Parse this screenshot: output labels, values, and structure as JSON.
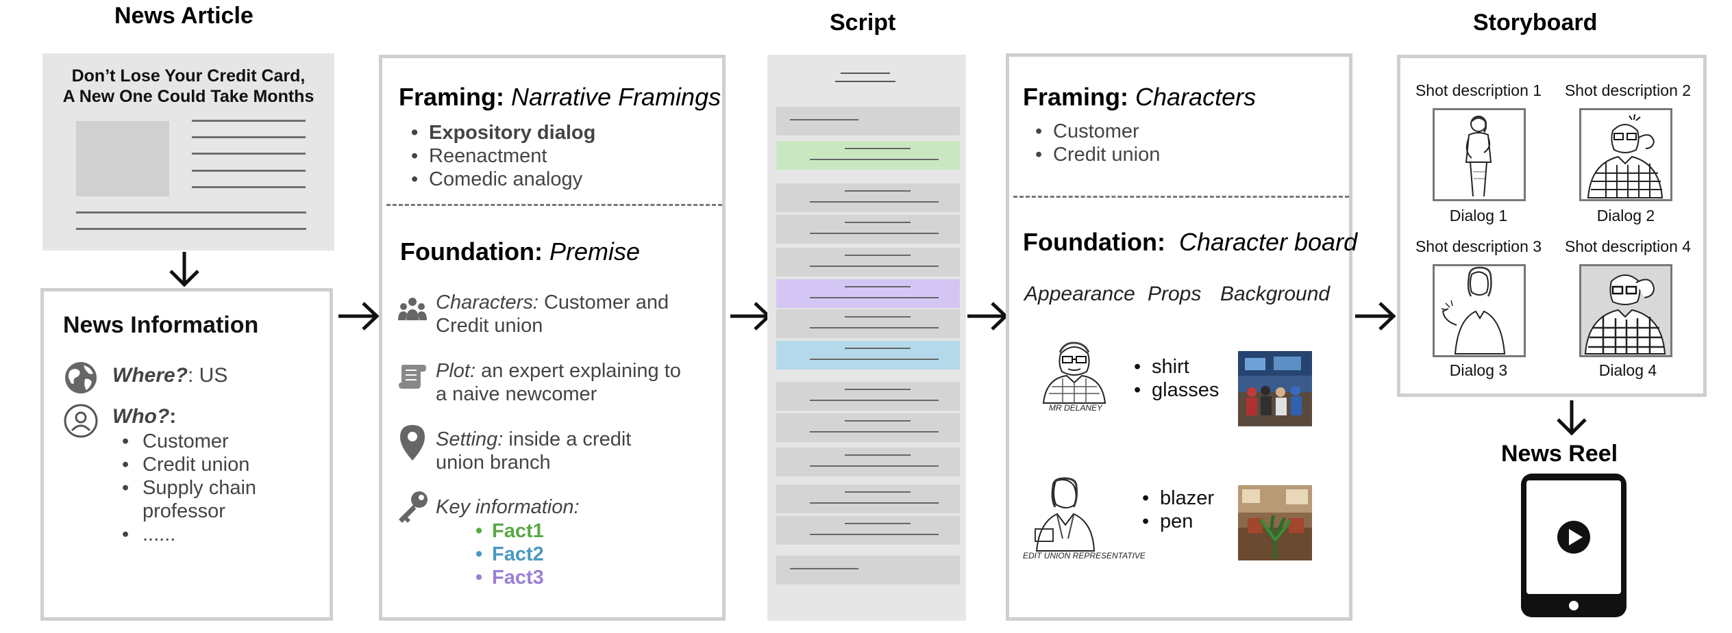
{
  "article": {
    "title": "News Article",
    "headline_line1": "Don’t Lose Your Credit Card,",
    "headline_line2": "A New One Could Take Months"
  },
  "news_info": {
    "title": "News Information",
    "where_label": "Where?",
    "where_value": ": US",
    "who_label": "Who?",
    "who_suffix": ":",
    "who_items": [
      "Customer",
      "Credit union",
      "Supply chain",
      "professor",
      "......"
    ]
  },
  "premise_panel": {
    "framing_label": "Framing:",
    "framing_value": "Narrative Framings",
    "framing_items": [
      "Expository dialog",
      "Reenactment",
      "Comedic analogy"
    ],
    "foundation_label": "Foundation:",
    "foundation_value": "Premise",
    "characters_label": "Characters:",
    "characters_value_1": " Customer and",
    "characters_value_2": "Credit union",
    "plot_label": "Plot:",
    "plot_value_1": " an expert explaining to",
    "plot_value_2": "a naive newcomer",
    "setting_label": "Setting:",
    "setting_value_1": " inside a credit",
    "setting_value_2": "union branch",
    "key_label": "Key information:",
    "facts": [
      "Fact1",
      "Fact2",
      "Fact3"
    ]
  },
  "script": {
    "title": "Script"
  },
  "character_panel": {
    "framing_label": "Framing:",
    "framing_value": "Characters",
    "framing_items": [
      "Customer",
      "Credit union"
    ],
    "foundation_label": "Foundation:",
    "foundation_value": "Character board",
    "col_appearance": "Appearance",
    "col_props": "Props",
    "col_background": "Background",
    "char1_caption": "MR DELANEY",
    "char1_props": [
      "shirt",
      "glasses"
    ],
    "char2_caption": "EDIT UNION REPRESENTATIVE",
    "char2_props": [
      "blazer",
      "pen"
    ]
  },
  "storyboard": {
    "title": "Storyboard",
    "shots": [
      {
        "desc": "Shot description 1",
        "dialog": "Dialog 1"
      },
      {
        "desc": "Shot description 2",
        "dialog": "Dialog 2"
      },
      {
        "desc": "Shot description 3",
        "dialog": "Dialog 3"
      },
      {
        "desc": "Shot description 4",
        "dialog": "Dialog 4"
      }
    ]
  },
  "news_reel": {
    "title": "News Reel"
  },
  "colors": {
    "fact1": "#5aa845",
    "fact2": "#4a98c0",
    "fact3": "#9a7fd6",
    "script_green": "#c9e8c2",
    "script_purple": "#d4c6f4",
    "script_blue": "#b3d9ea"
  }
}
